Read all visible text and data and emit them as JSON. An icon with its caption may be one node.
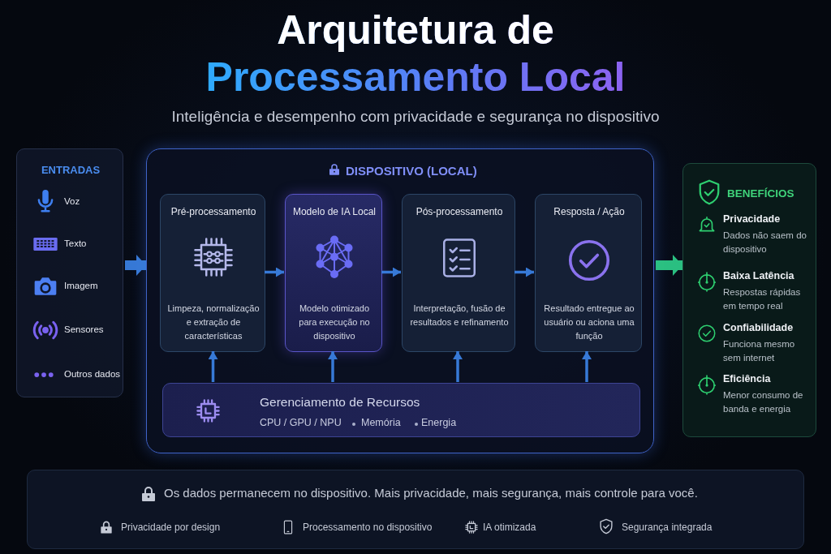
{
  "diagram": {
    "title": "Arquitetura de Processamento Local",
    "nodes": [
      {
        "text": [
          "ENTRADAS",
          "Voz",
          "Texto",
          "Imagem",
          "Sensores",
          "Outros dados"
        ]
      },
      {
        "text": [
          "DISPOSITIVO (LOCAL)"
        ]
      },
      {
        "text": [
          "Pré-processamento",
          "Limpeza, normalização e extração de características"
        ],
        "in": 1
      },
      {
        "text": [
          "Modelo de IA Local",
          "Modelo otimizado para execução no dispositivo"
        ],
        "in": 1
      },
      {
        "text": [
          "Pós-processamento",
          "Interpretação, fusão de resultados e refinamento"
        ],
        "in": 1
      },
      {
        "text": [
          "Resposta / Ação",
          "Resultado entregue ao usuário ou aciona uma função"
        ],
        "in": 1
      },
      {
        "text": [
          "Gerenciamento de Recursos",
          "CPU / GPU / NPU",
          "Memória",
          "Energia"
        ],
        "in": 1
      },
      {
        "text": [
          "BENEFÍCIOS",
          "Privacidade",
          "Dados não saem do dispositivo",
          "Baixa Latência",
          "Respostas rápidas em tempo real",
          "Confiabilidade",
          "Funciona mesmo sem internet",
          "Eficiência",
          "Menor consumo de banda e energia"
        ]
      },
      {
        "text": [
          "Os dados permanecem no dispositivo. Mais privacidade, mais segurança, mais controle para você.",
          "Privacidade por design",
          "Processamento no dispositivo",
          "IA otimizada",
          "Segurança integrada"
        ]
      }
    ],
    "edges": [
      {
        "from": 0,
        "to": 1,
        "arrow": "to",
        "style": "thick"
      },
      {
        "from": 2,
        "to": 3,
        "arrow": "to"
      },
      {
        "from": 3,
        "to": 4,
        "arrow": "to"
      },
      {
        "from": 4,
        "to": 5,
        "arrow": "to"
      },
      {
        "from": 1,
        "to": 7,
        "arrow": "to",
        "style": "thick",
        "color": "#2ecf8a"
      },
      {
        "from": 6,
        "to": 2,
        "arrow": "to"
      },
      {
        "from": 6,
        "to": 3,
        "arrow": "to"
      },
      {
        "from": 6,
        "to": 4,
        "arrow": "to"
      },
      {
        "from": 6,
        "to": 5,
        "arrow": "to"
      }
    ],
    "labels": [
      "Inteligência e desempenho com privacidade e segurança no dispositivo"
    ]
  }
}
